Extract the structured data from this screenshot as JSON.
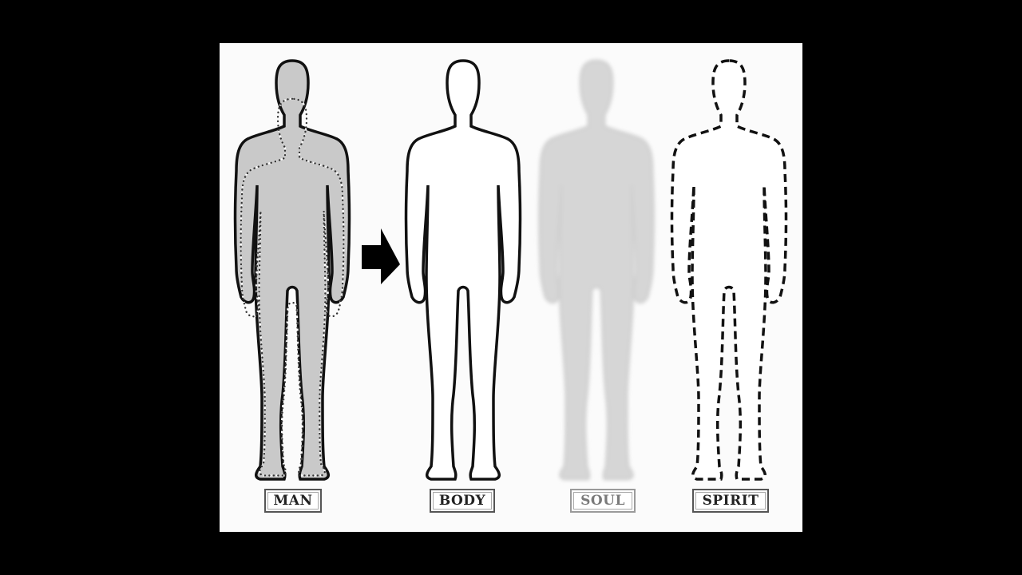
{
  "labels": {
    "man": "MAN",
    "body": "BODY",
    "soul": "SOUL",
    "spirit": "SPIRIT"
  },
  "colors": {
    "background": "#000000",
    "panel": "#fbfbfb",
    "outline": "#111111",
    "man_fill": "#c9c9c9",
    "soul_fill": "#d6d6d6"
  },
  "icons": {
    "arrow": "right-arrow-icon"
  }
}
